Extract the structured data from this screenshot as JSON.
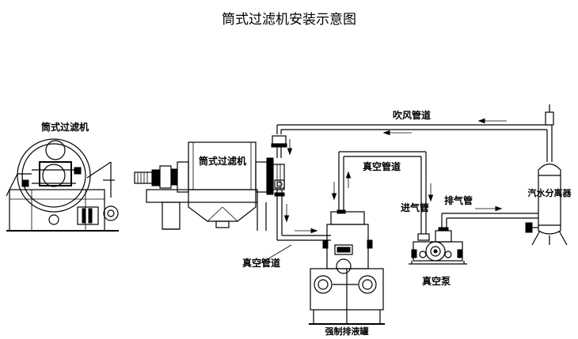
{
  "title": "筒式过滤机安装示意图",
  "labels": {
    "side_view": "筒式过滤机",
    "drum_filter": "筒式过滤机",
    "blow_pipe": "吹风管道",
    "vacuum_pipe_top": "真空管道",
    "vacuum_pipe_bottom": "真空管道",
    "inlet_pipe": "进气管",
    "exhaust_pipe": "排气管",
    "separator": "汽水分离器",
    "vacuum_pump": "真空泵",
    "forced_tank": "强制排液罐"
  }
}
